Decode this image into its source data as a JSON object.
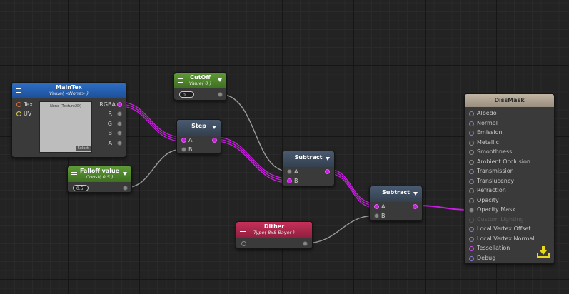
{
  "nodes": {
    "maintex": {
      "title": "MainTex",
      "subtitle": "Value( <None> )",
      "inputs": [
        "Tex",
        "UV"
      ],
      "outputs": [
        "RGBA",
        "R",
        "G",
        "B",
        "A"
      ],
      "preview_name": "None (Texture2D)",
      "select_label": "Select"
    },
    "cutoff": {
      "title": "CutOff",
      "subtitle": "Value( 0 )",
      "value": "0"
    },
    "falloff": {
      "title": "Falloff value",
      "subtitle": "Const( 0.5 )",
      "value": "0.5"
    },
    "step": {
      "title": "Step",
      "inputs": [
        "A",
        "B"
      ]
    },
    "subtract1": {
      "title": "Subtract",
      "inputs": [
        "A",
        "B"
      ]
    },
    "subtract2": {
      "title": "Subtract",
      "inputs": [
        "A",
        "B"
      ]
    },
    "dither": {
      "title": "Dither",
      "subtitle": "Type( 8x8 Bayer )"
    },
    "dissmask": {
      "title": "DissMask",
      "inputs": [
        "Albedo",
        "Normal",
        "Emission",
        "Metallic",
        "Smoothness",
        "Ambient Occlusion",
        "Transmission",
        "Translucency",
        "Refraction",
        "Opacity",
        "Opacity Mask",
        "Custom Lighting",
        "Local Vertex Offset",
        "Local Vertex Normal",
        "Tessellation",
        "Debug"
      ]
    }
  },
  "colors": {
    "canvas": "#232323",
    "wire_active": "#c81ee0",
    "wire_float": "#9a9a9a",
    "header_texture": "#1d4f97",
    "header_property": "#3f7021",
    "header_operator": "#33404f",
    "header_dither": "#90203f",
    "header_output": "#b0a494"
  },
  "icons": {
    "menu": "hamburger-menu-icon",
    "dropdown": "chevron-down-icon",
    "save": "save-download-icon"
  }
}
